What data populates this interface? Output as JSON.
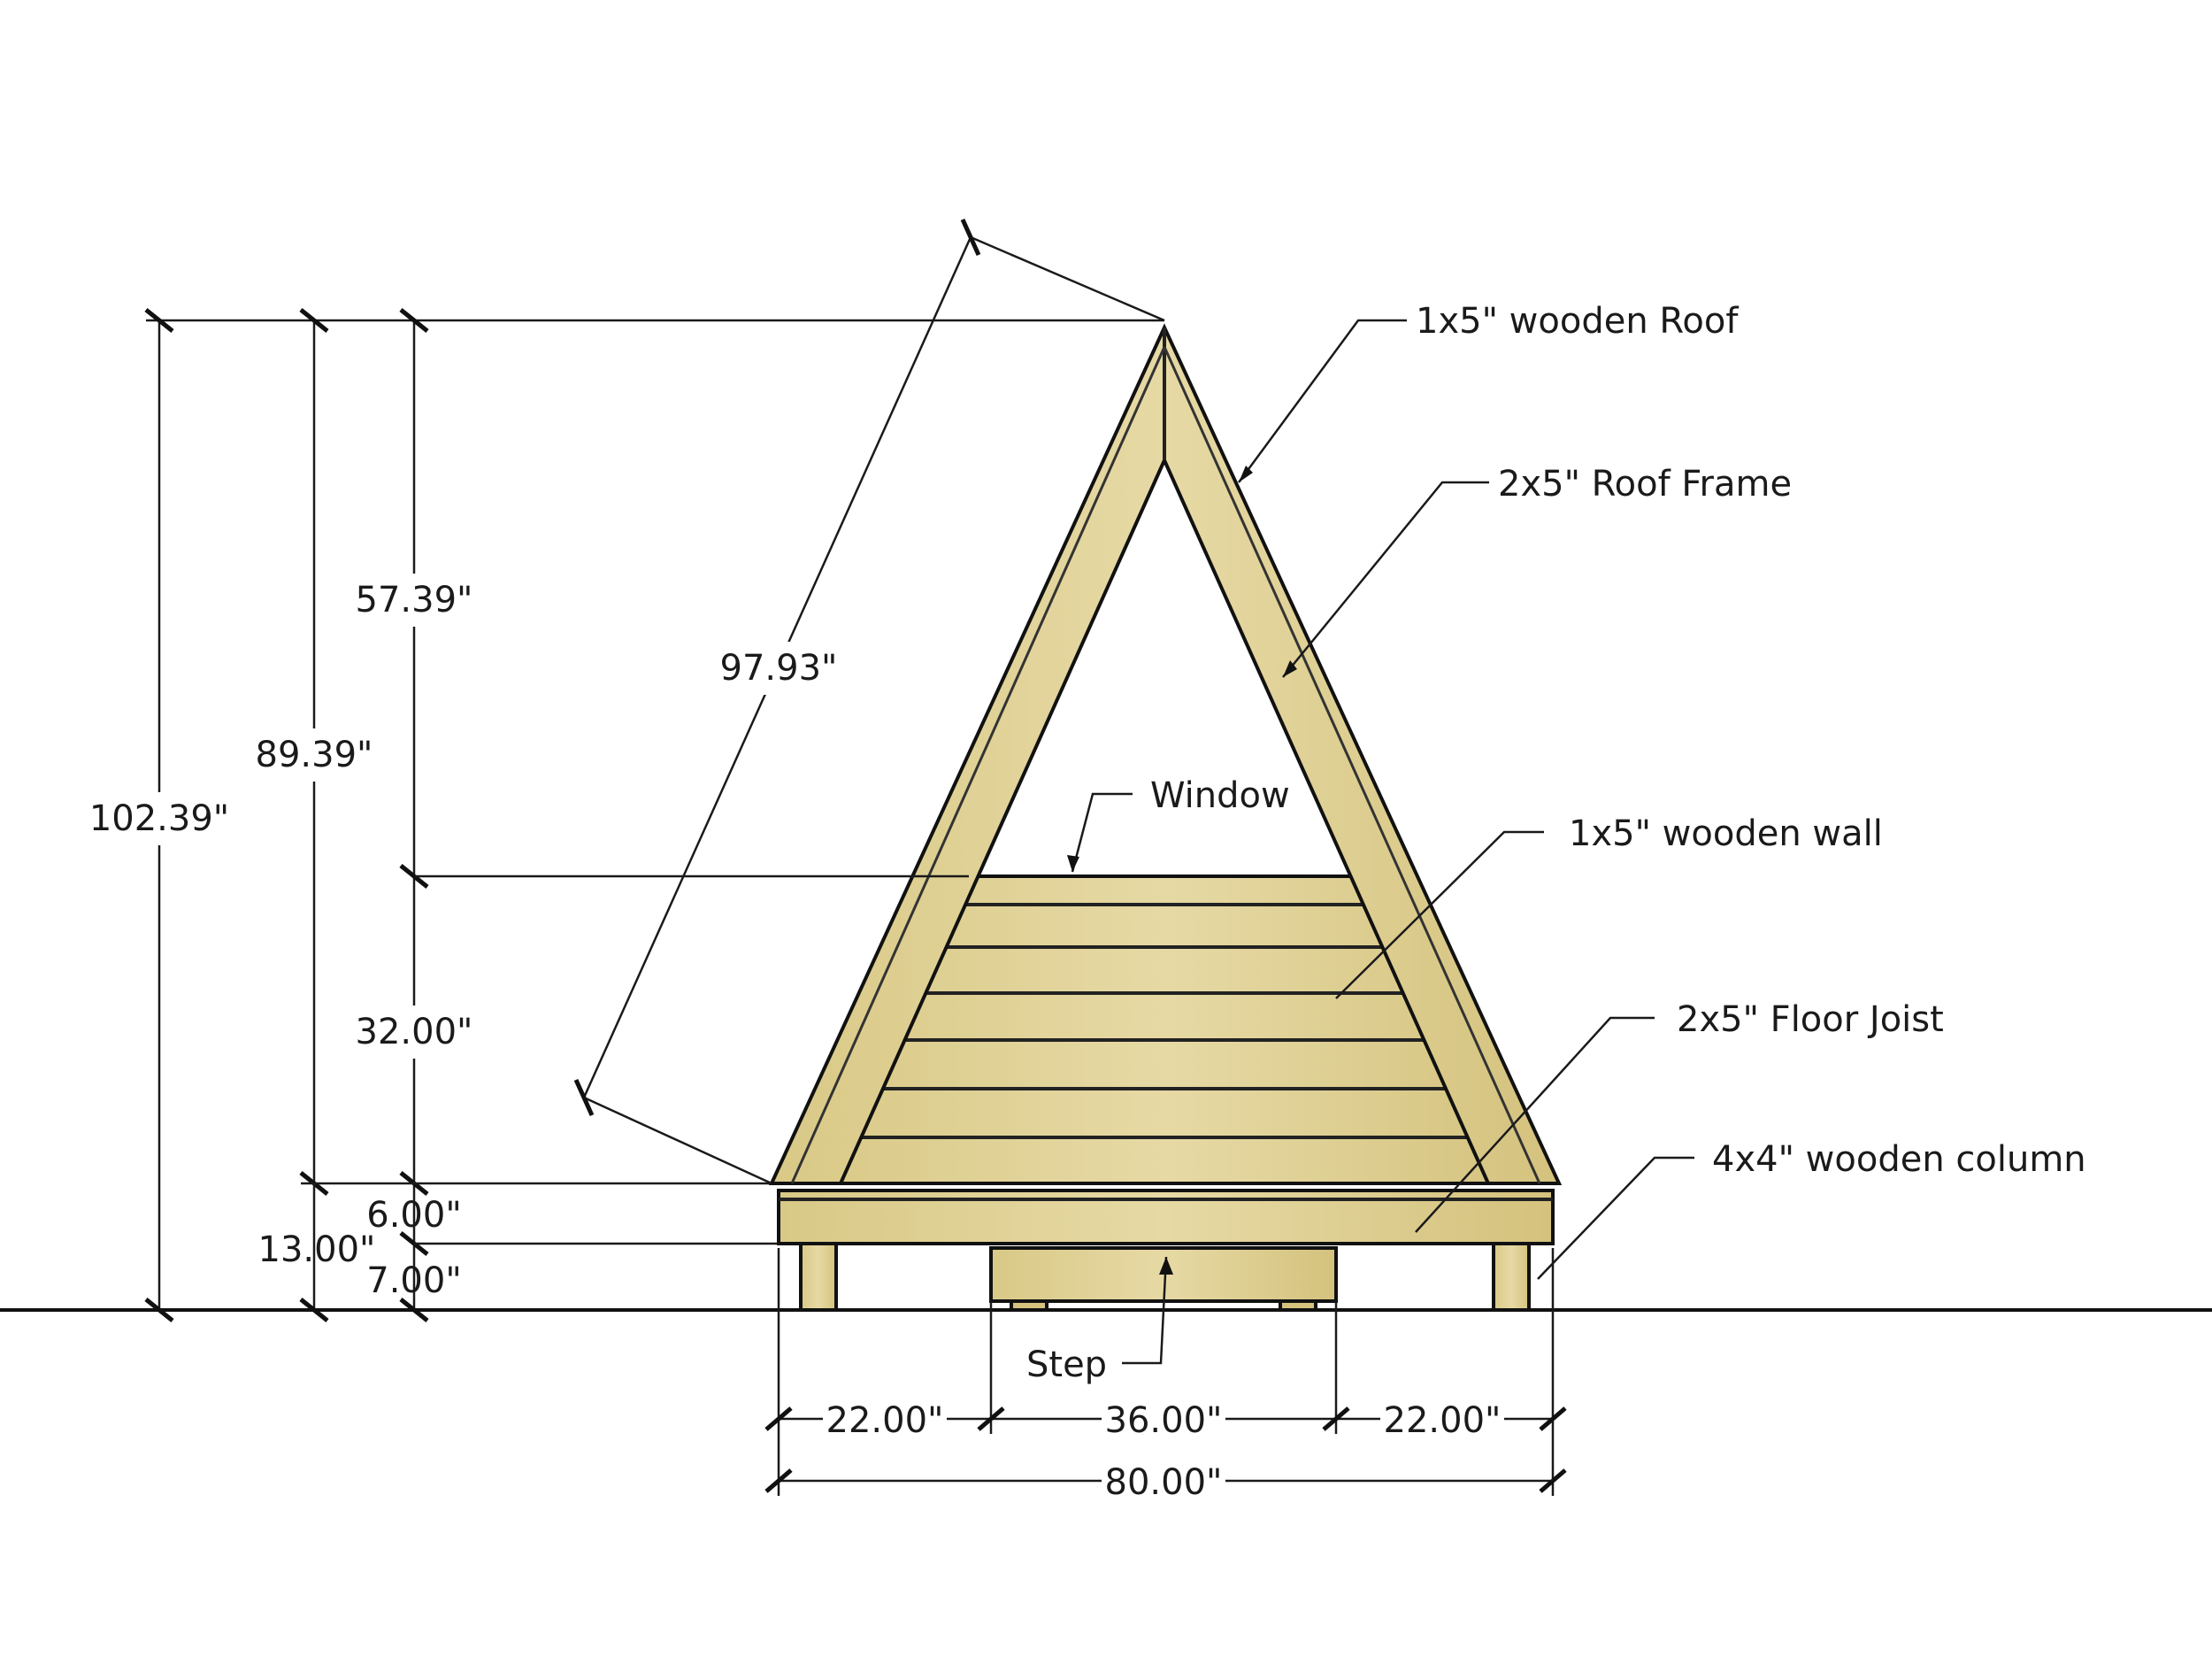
{
  "dimensions": {
    "total_height": "102.39\"",
    "frame_height": "89.39\"",
    "roof_upper": "57.39\"",
    "roof_length": "97.93\"",
    "wall_height": "32.00\"",
    "floor_joist": "6.00\"",
    "base_height": "13.00\"",
    "column_clearance": "7.00\"",
    "left_offset": "22.00\"",
    "step_width": "36.00\"",
    "right_offset": "22.00\"",
    "total_width": "80.00\""
  },
  "labels": {
    "roof": "1x5\" wooden Roof",
    "roof_frame": "2x5\" Roof Frame",
    "window": "Window",
    "wall": "1x5\" wooden wall",
    "floor_joist": "2x5\" Floor Joist",
    "column": "4x4\" wooden column",
    "step": "Step"
  },
  "colors": {
    "wood": "#e2d49a",
    "wood_dark": "#cdbb74",
    "line": "#111111"
  }
}
